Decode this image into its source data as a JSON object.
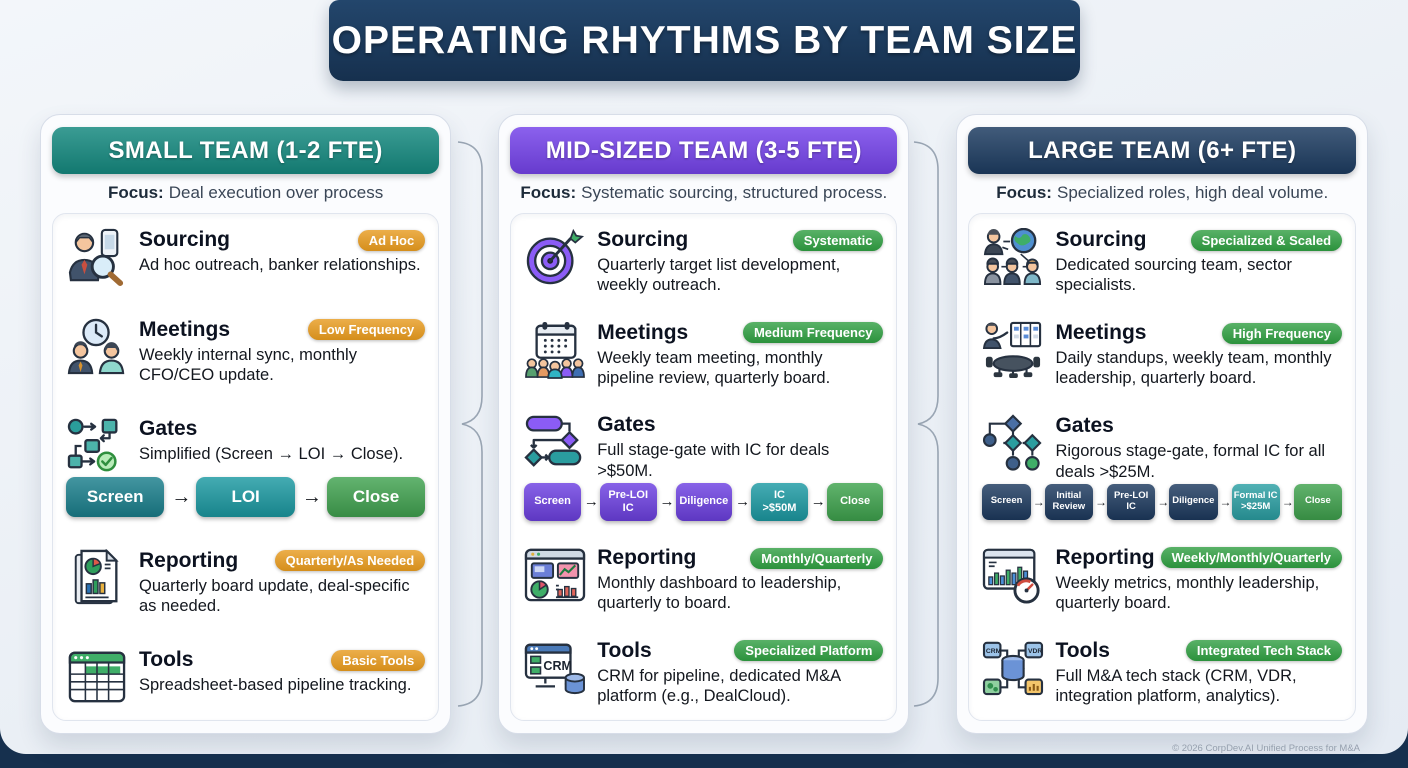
{
  "title": "OPERATING RHYTHMS BY TEAM SIZE",
  "footer": "© 2026 CorpDev.AI Unified Process for M&A",
  "glyphs": {
    "arrow": "→"
  },
  "columns": [
    {
      "header": "SMALL TEAM (1-2 FTE)",
      "header_color": "#15897f",
      "badge_color": "#e79a1d",
      "focus_label": "Focus:",
      "focus_text": "Deal execution over process",
      "sections": [
        {
          "title": "Sourcing",
          "badge": "Ad Hoc",
          "desc": "Ad hoc outreach, banker relationships.",
          "icon": "person-magnifier"
        },
        {
          "title": "Meetings",
          "badge": "Low Frequency",
          "desc": "Weekly internal sync, monthly CFO/CEO update.",
          "icon": "clock-people"
        },
        {
          "title": "Gates",
          "desc": "Simplified (Screen → LOI → Close).",
          "icon": "flowchart-simple",
          "chips": [
            {
              "label": "Screen",
              "color": "#1a7f8c"
            },
            {
              "label": "LOI",
              "color": "#1b99a2"
            },
            {
              "label": "Close",
              "color": "#41a350"
            }
          ]
        },
        {
          "title": "Reporting",
          "badge": "Quarterly/As Needed",
          "desc": "Quarterly board update, deal-specific as needed.",
          "icon": "document-charts"
        },
        {
          "title": "Tools",
          "badge": "Basic Tools",
          "desc": "Spreadsheet-based pipeline tracking.",
          "icon": "spreadsheet"
        }
      ]
    },
    {
      "header": "MID-SIZED TEAM (3-5 FTE)",
      "header_color": "#7543ea",
      "badge_color": "#2f9e41",
      "focus_label": "Focus:",
      "focus_text": "Systematic sourcing, structured process.",
      "sections": [
        {
          "title": "Sourcing",
          "badge": "Systematic",
          "desc": "Quarterly target list development, weekly outreach.",
          "icon": "target-dart"
        },
        {
          "title": "Meetings",
          "badge": "Medium Frequency",
          "desc": "Weekly team meeting, monthly pipeline review, quarterly board.",
          "icon": "calendar-team"
        },
        {
          "title": "Gates",
          "desc": "Full stage-gate with IC for deals >$50M.",
          "icon": "flowchart-stages",
          "chips": [
            {
              "label": "Screen",
              "color": "#6d40e2"
            },
            {
              "label": "Pre-LOI\nIC",
              "color": "#6d40e2"
            },
            {
              "label": "Diligence",
              "color": "#6d40e2"
            },
            {
              "label": "IC\n>$50M",
              "color": "#1c9aa3"
            },
            {
              "label": "Close",
              "color": "#3ea34d"
            }
          ]
        },
        {
          "title": "Reporting",
          "badge": "Monthly/Quarterly",
          "desc": "Monthly dashboard to leadership, quarterly to board.",
          "icon": "dashboard"
        },
        {
          "title": "Tools",
          "badge": "Specialized Platform",
          "desc": "CRM for pipeline, dedicated M&A platform (e.g., DealCloud).",
          "icon": "crm-database"
        }
      ]
    },
    {
      "header": "LARGE TEAM (6+ FTE)",
      "header_color": "#1d3c61",
      "badge_color": "#2f9e41",
      "focus_label": "Focus:",
      "focus_text": "Specialized roles, high deal volume.",
      "sections": [
        {
          "title": "Sourcing",
          "badge": "Specialized & Scaled",
          "desc": "Dedicated sourcing team, sector specialists.",
          "icon": "team-globe"
        },
        {
          "title": "Meetings",
          "badge": "High Frequency",
          "desc": "Daily standups, weekly team, monthly leadership, quarterly board.",
          "icon": "conference-table"
        },
        {
          "title": "Gates",
          "desc": "Rigorous stage-gate, formal IC for all deals >$25M.",
          "icon": "flowchart-complex",
          "chips": [
            {
              "label": "Screen",
              "color": "#1d3a5f"
            },
            {
              "label": "Initial\nReview",
              "color": "#1d3a5f"
            },
            {
              "label": "Pre-LOI\nIC",
              "color": "#1d3a5f"
            },
            {
              "label": "Diligence",
              "color": "#1d3a5f"
            },
            {
              "label": "Formal IC\n>$25M",
              "color": "#2ba0a4"
            },
            {
              "label": "Close",
              "color": "#3fa24d"
            }
          ]
        },
        {
          "title": "Reporting",
          "badge": "Weekly/Monthly/Quarterly",
          "desc": "Weekly metrics, monthly leadership, quarterly board.",
          "icon": "metrics-gauge"
        },
        {
          "title": "Tools",
          "badge": "Integrated Tech Stack",
          "desc": "Full M&A tech stack (CRM, VDR, integration platform, analytics).",
          "icon": "tech-stack"
        }
      ]
    }
  ]
}
